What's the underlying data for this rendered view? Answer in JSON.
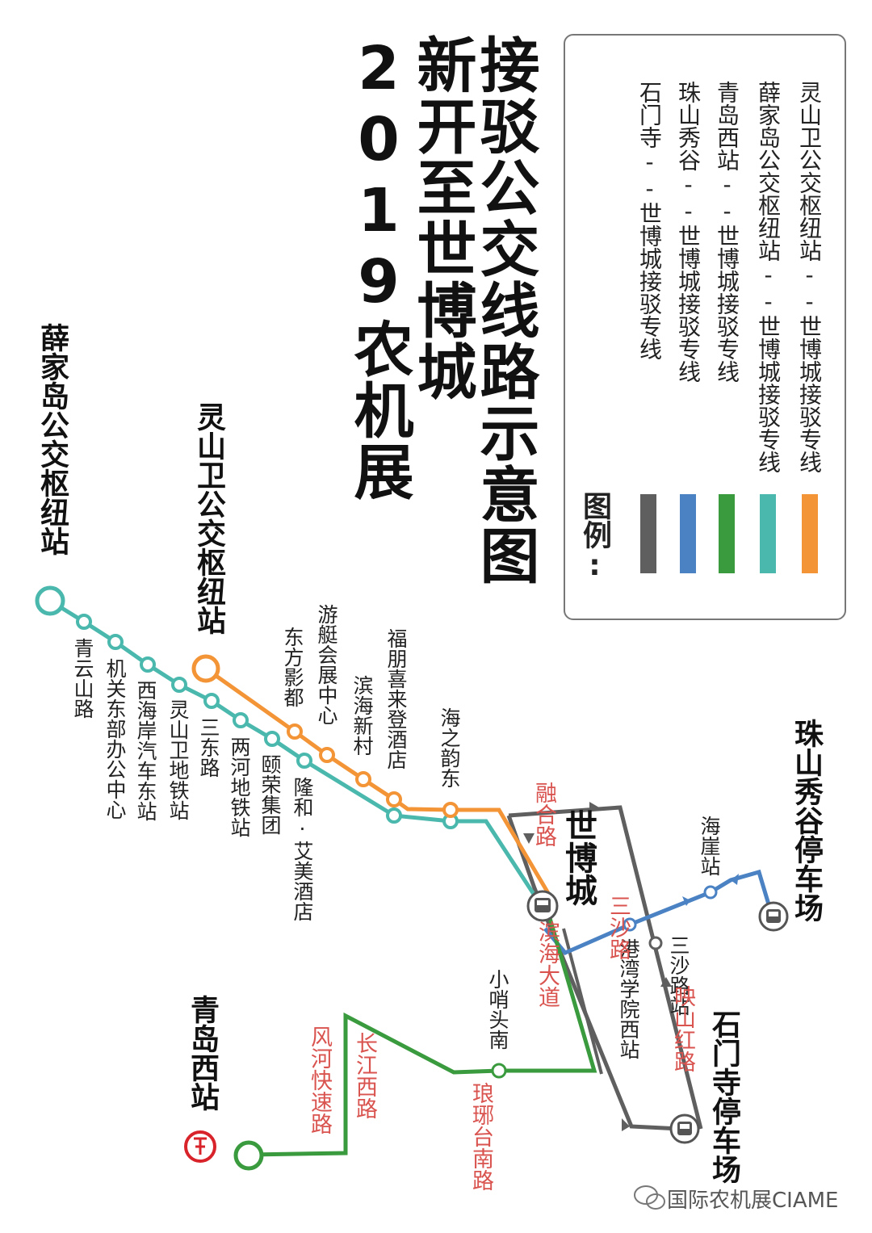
{
  "title": {
    "line1": "2019农机展",
    "line2": "新开至世博城",
    "line3": "接驳公交线路示意图"
  },
  "legend": {
    "heading": "图例:",
    "items": [
      {
        "label": "石门寺--世博城接驳专线",
        "color": "#5f5f5f"
      },
      {
        "label": "珠山秀谷--世博城接驳专线",
        "color": "#4a82c3"
      },
      {
        "label": "青岛西站--世博城接驳专线",
        "color": "#3a9a3e"
      },
      {
        "label": "薛家岛公交枢纽站--世博城接驳专线",
        "color": "#4ab8ad"
      },
      {
        "label": "灵山卫公交枢纽站--世博城接驳专线",
        "color": "#f39437"
      }
    ]
  },
  "hubs": {
    "xuejiadao": "薛家岛公交枢纽站",
    "lingshanwei": "灵山卫公交枢纽站",
    "qingdaoxi": "青岛西站",
    "shimensi": "石门寺停车场",
    "zhushan": "珠山秀谷停车场",
    "shibocheng": "世博城"
  },
  "stations": {
    "teal": [
      "青云山路",
      "机关东部办公中心",
      "西海岸汽车东站",
      "灵山卫地铁站",
      "三东路",
      "两河地铁站",
      "颐荣集团",
      "隆和·艾美酒店"
    ],
    "orange": [
      "东方影都",
      "游艇会展中心",
      "滨海新村",
      "福朋喜来登酒店",
      "海之韵东"
    ],
    "green": [
      "小哨头南"
    ],
    "blue": [
      "港湾学院西站",
      "海崖站"
    ],
    "gray": [
      "三沙路站"
    ]
  },
  "roads": {
    "ronghe": "融合路",
    "sansha": "三沙路",
    "binhai": "滨海大道",
    "yingshanhong": "映山红路",
    "langyatai": "琅琊台南路",
    "changjiang": "长江西路",
    "fenghe": "风河快速路"
  },
  "watermark": "国际农机展CIAME",
  "colors": {
    "gray": "#5f5f5f",
    "blue": "#4a82c3",
    "green": "#3a9a3e",
    "teal": "#4ab8ad",
    "orange": "#f39437",
    "road_label": "#d9534f",
    "rail_icon": "#d9232a"
  }
}
